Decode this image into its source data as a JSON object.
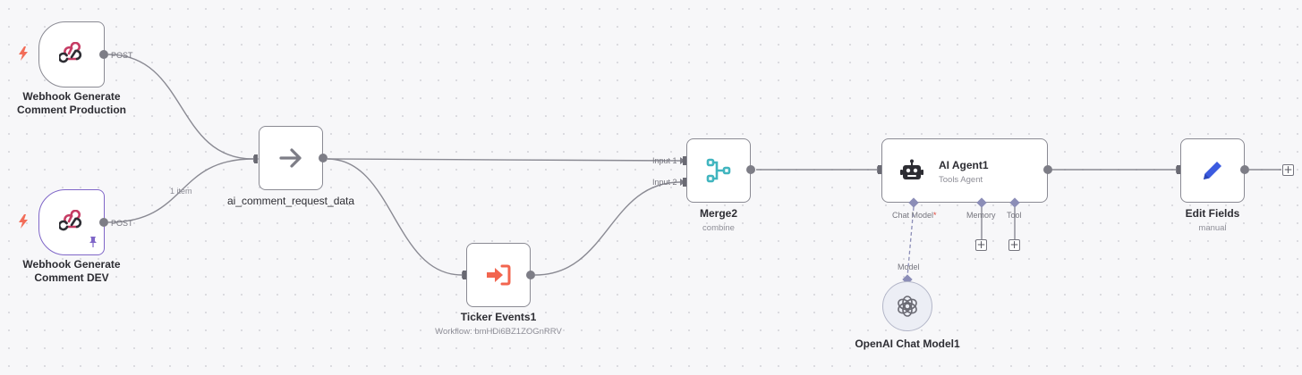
{
  "nodes": {
    "webhook_prod": {
      "title": "Webhook Generate Comment Production",
      "output_label": "POST"
    },
    "webhook_dev": {
      "title": "Webhook Generate Comment DEV",
      "output_label": "POST"
    },
    "ai_comment": {
      "title": "ai_comment_request_data"
    },
    "ticker": {
      "title": "Ticker Events1",
      "subtitle": "Workflow: bmHDi6BZ1ZOGnRRV"
    },
    "merge": {
      "title": "Merge2",
      "subtitle": "combine",
      "input1": "Input 1",
      "input2": "Input 2"
    },
    "agent": {
      "title": "AI Agent1",
      "subtitle": "Tools Agent",
      "port_chat_model": "Chat Model",
      "required_mark": "*",
      "port_memory": "Memory",
      "port_tool": "Tool"
    },
    "edit": {
      "title": "Edit Fields",
      "subtitle": "manual"
    },
    "openai": {
      "title": "OpenAI Chat Model1",
      "port_model": "Model"
    }
  },
  "edges": {
    "dev_to_ai_label": "1 item"
  },
  "buttons": {
    "add": "+"
  },
  "icons": {
    "webhook": "webhook-icon",
    "arrow": "arrow-right-icon",
    "execute_workflow": "execute-workflow-icon",
    "merge": "merge-icon",
    "robot": "robot-icon",
    "pencil": "pencil-icon",
    "openai": "openai-icon",
    "bolt": "lightning-bolt-icon",
    "pin": "pin-icon"
  },
  "colors": {
    "canvas": "#f7f7f9",
    "trigger_bolt": "#f26d59",
    "webhook": "#c63c64",
    "execute_workflow": "#f2654f",
    "merge": "#41b5bf",
    "pencil": "#3b5be0",
    "selected_border": "#7f66c8",
    "ai_port": "#8b8db7"
  }
}
